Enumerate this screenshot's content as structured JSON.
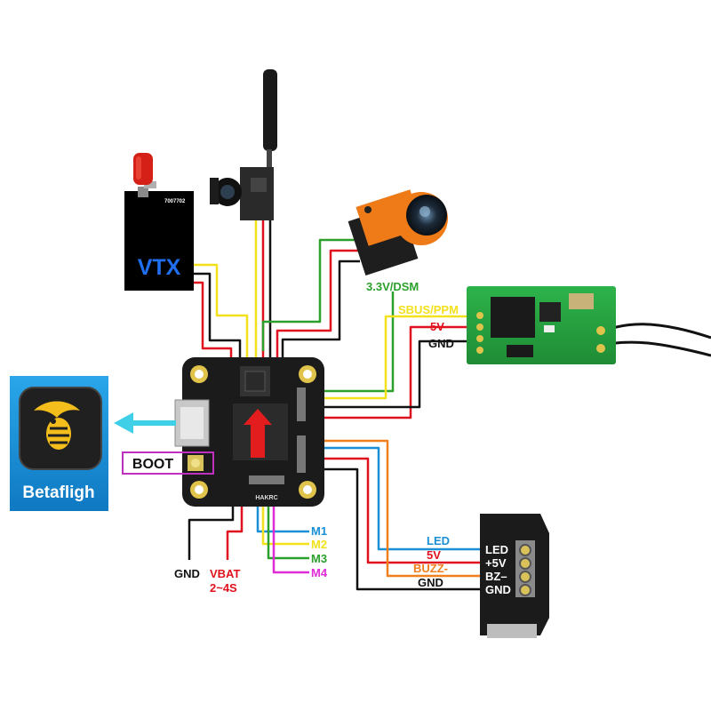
{
  "components": {
    "vtx": {
      "label": "VTX",
      "fine_print": "7007702"
    },
    "app": {
      "label": "Betafligh"
    },
    "fc": {
      "brand": "HAKRC",
      "boot_label": "BOOT"
    },
    "receiver": {},
    "buzzer_board": {
      "pins": [
        "LED",
        "+5V",
        "BZ–",
        "GND"
      ]
    },
    "camera": {}
  },
  "wire_labels": {
    "dsm": "3.3V/DSM",
    "sbus": "SBUS/PPM",
    "rx_5v": "5V",
    "rx_gnd": "GND",
    "led": "LED",
    "bz_5v": "5V",
    "buzz": "BUZZ-",
    "bz_gnd": "GND",
    "m1": "M1",
    "m2": "M2",
    "m3": "M3",
    "m4": "M4",
    "pwr_gnd": "GND",
    "vbat": "VBAT",
    "vbat_range": "2~4S"
  },
  "colors": {
    "red": "#e0101c",
    "black": "#111111",
    "yellow": "#f2e11b",
    "green": "#2ca02c",
    "blue": "#1a8fd6",
    "orange": "#f07f1c",
    "magenta": "#e02ad6",
    "vtx_text": "#1f6ff0",
    "arrow_cyan": "#3fd0e8",
    "boot_box": "#c030c0"
  },
  "icons": [
    "antenna-icon",
    "camera-icon",
    "arrow-up-icon",
    "arrow-left-icon",
    "betaflight-bee-icon"
  ]
}
